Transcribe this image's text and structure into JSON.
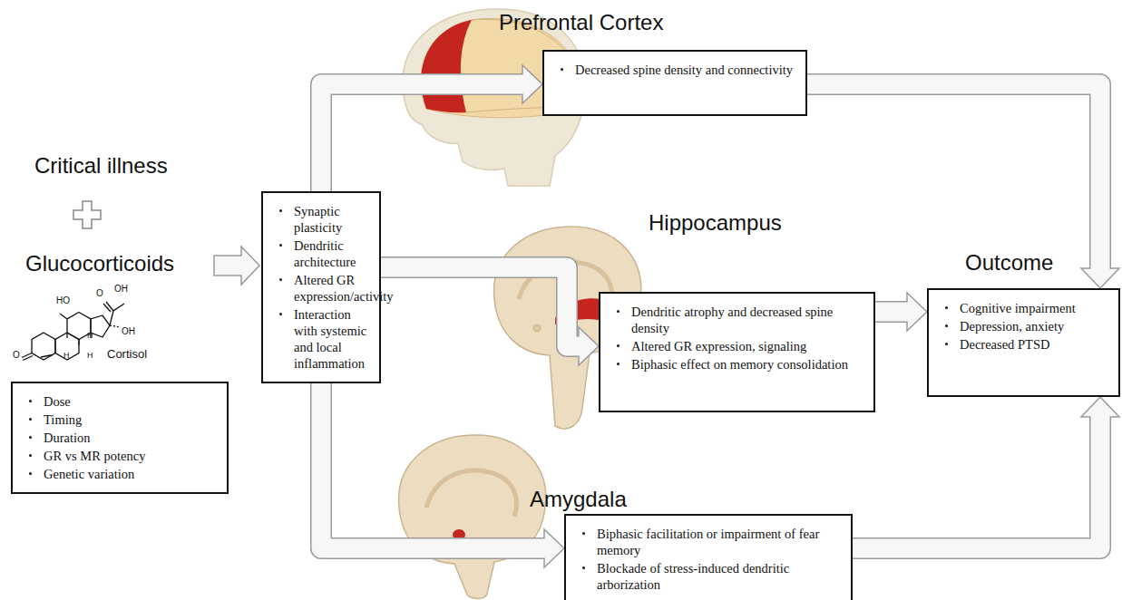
{
  "diagram": {
    "nodes": [
      {
        "text": [
          "Dose",
          "Timing",
          "Duration",
          "GR vs MR potency",
          "Genetic variation"
        ]
      },
      {
        "text": [
          "Synaptic plasticity",
          "Dendritic architecture",
          "Altered GR expression/activity",
          "Interaction with systemic and local inflammation"
        ]
      },
      {
        "text": [
          "Prefrontal Cortex",
          "Decreased spine density and connectivity"
        ]
      },
      {
        "text": [
          "Hippocampus",
          "Dendritic atrophy and decreased spine density",
          "Altered GR expression, signaling",
          "Biphasic effect on memory consolidation"
        ]
      },
      {
        "text": [
          "Amygdala",
          "Biphasic facilitation or impairment of fear memory",
          "Blockade of stress-induced dendritic arborization"
        ]
      },
      {
        "text": [
          "Outcome",
          "Cognitive impairment",
          "Depression, anxiety",
          "Decreased PTSD"
        ]
      }
    ],
    "edges": [
      {
        "from": 1,
        "to": 2,
        "arrow": "to"
      },
      {
        "from": 1,
        "to": 3,
        "arrow": "to"
      },
      {
        "from": 1,
        "to": 4,
        "arrow": "to"
      },
      {
        "from": 2,
        "to": 5,
        "arrow": "to"
      },
      {
        "from": 3,
        "to": 5,
        "arrow": "to"
      },
      {
        "from": 4,
        "to": 5,
        "arrow": "to"
      }
    ],
    "labels": [
      "Critical illness",
      "Glucocorticoids",
      "HO",
      "O",
      "OH",
      "OH",
      "H",
      "H",
      "H",
      "O",
      "Cortisol"
    ]
  }
}
